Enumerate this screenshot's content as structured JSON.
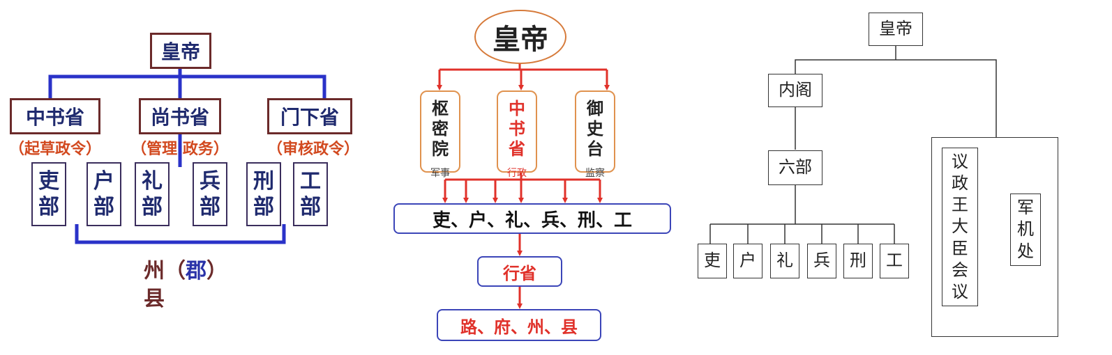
{
  "diagram1": {
    "top": "皇帝",
    "ministries": [
      {
        "name": "中书省",
        "role": "（起草政令）"
      },
      {
        "name": "尚书省",
        "role": "（管理  政务）"
      },
      {
        "name": "门下省",
        "role": "（审核政令）"
      }
    ],
    "departments": [
      "吏部",
      "户部",
      "礼部",
      "兵部",
      "刑部",
      "工部"
    ],
    "local": {
      "zhou": "州",
      "jun_open": "（",
      "jun": "郡",
      "jun_close": "）",
      "xian": "县"
    },
    "colors": {
      "frame": "#6b2a2a",
      "line": "#2a32c8",
      "text": "#1f2a6e",
      "note": "#d2491f"
    }
  },
  "diagram2": {
    "top": "皇帝",
    "offices": [
      {
        "name": "枢密院",
        "sub": "军事",
        "highlight": false
      },
      {
        "name": "中书省",
        "sub": "行政",
        "highlight": true
      },
      {
        "name": "御史台",
        "sub": "监察",
        "highlight": false
      }
    ],
    "departments": "吏、户、礼、兵、刑、工",
    "province": "行省",
    "local": "路、府、州、县",
    "colors": {
      "arrow": "#e0312a",
      "box": "#3b45b8",
      "office_border": "#e0924e"
    }
  },
  "diagram3": {
    "top": "皇帝",
    "cabinet": "内阁",
    "six": "六部",
    "departments": [
      "吏",
      "户",
      "礼",
      "兵",
      "刑",
      "工"
    ],
    "council": "议政王大臣会议",
    "junji": "军机处"
  }
}
